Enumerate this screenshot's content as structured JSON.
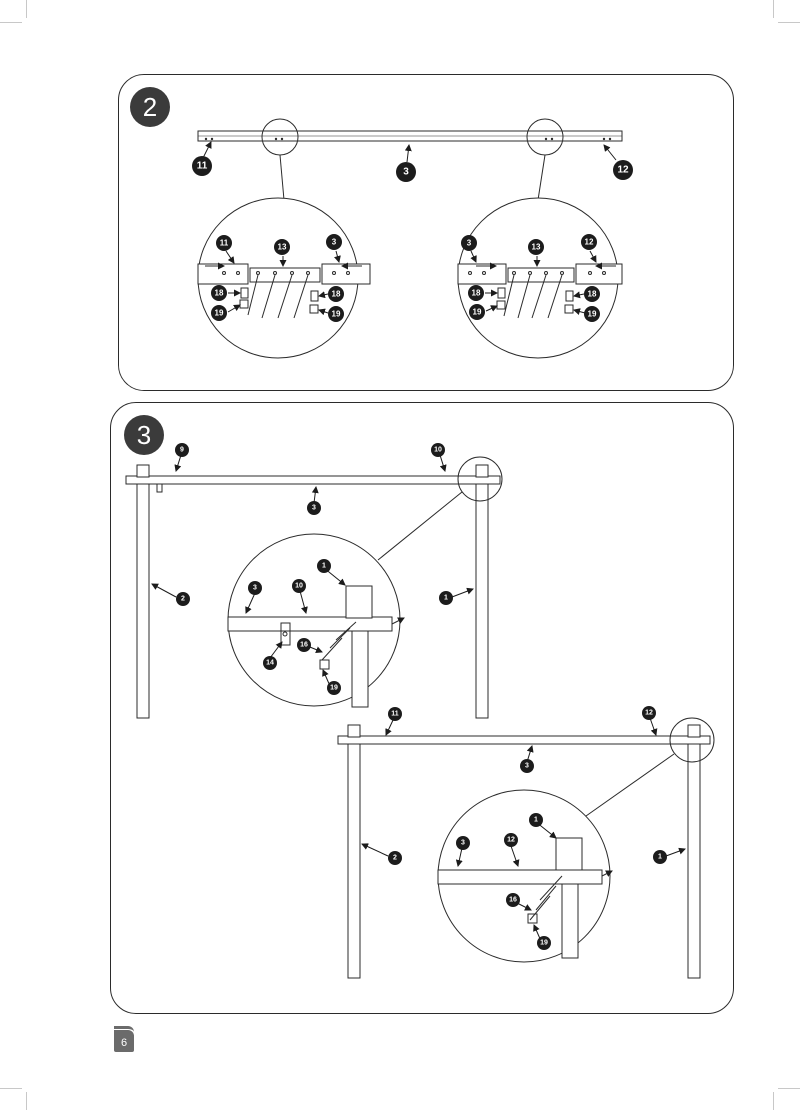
{
  "page": {
    "number": "6"
  },
  "colors": {
    "frame": "#2b2b2b",
    "callout": "#1c1c1c",
    "badge": "#3b3b3b",
    "page_badge": "#6b6b6b"
  },
  "steps": [
    {
      "number": "2",
      "callouts": {
        "main": [
          "11",
          "3",
          "12"
        ],
        "detail_left": [
          "11",
          "13",
          "3",
          "18",
          "19",
          "18",
          "19"
        ],
        "detail_right": [
          "3",
          "13",
          "12",
          "18",
          "19",
          "18",
          "19"
        ]
      }
    },
    {
      "number": "3",
      "callouts": {
        "frame_back": [
          "9",
          "10",
          "3",
          "2",
          "1"
        ],
        "detail_back": [
          "1",
          "3",
          "10",
          "14",
          "16",
          "19"
        ],
        "frame_front": [
          "11",
          "12",
          "3",
          "2",
          "1"
        ],
        "detail_front": [
          "1",
          "3",
          "12",
          "16",
          "19"
        ]
      }
    }
  ]
}
